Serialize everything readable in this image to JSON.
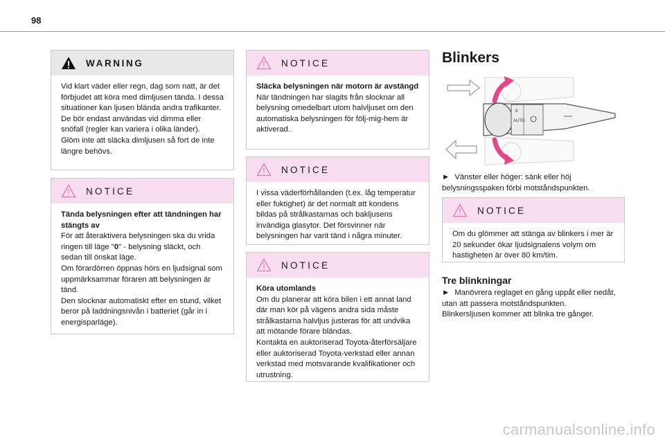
{
  "page": {
    "number": "98"
  },
  "warning_box": {
    "header": "WARNING",
    "paragraphs": [
      "Vid klart väder eller regn, dag som natt, är det förbjudet att köra med dimljusen tända. I dessa situationer kan ljusen blända andra trafikanter. De bör endast användas vid dimma eller snöfall (regler kan variera i olika länder).",
      "Glöm inte att släcka dimljusen så fort de inte längre behövs."
    ]
  },
  "notice_left": {
    "header": "NOTICE",
    "title": "Tända belysningen efter att tändningen har stängts av",
    "text_before_zero": "För att återaktivera belysningen ska du vrida ringen till läge \"",
    "zero": "0",
    "text_after_zero": "\" - belysning släckt, och sedan till önskat läge.",
    "paragraphs": [
      "Om förardörren öppnas hörs en ljudsignal som uppmärksammar föraren att belysningen är tänd.",
      "Den slocknar automatiskt efter en stund, vilket beror på laddningsnivån i batteriet (går in i energisparläge)."
    ]
  },
  "notice_mid_1": {
    "header": "NOTICE",
    "title": "Släcka belysningen när motorn är avstängd",
    "text": "När tändningen har slagits från slocknar all belysning omedelbart utom halvljuset om den automatiska belysningen för följ-mig-hem är aktiverad."
  },
  "notice_mid_2": {
    "header": "NOTICE",
    "text": "I vissa väderförhållanden (t.ex. låg temperatur eller fuktighet) är det normalt att kondens bildas på strålkastarnas och bakljusens invändiga glasytor. Det försvinner när belysningen har varit tänd i några minuter."
  },
  "notice_mid_3": {
    "header": "NOTICE",
    "title": "Köra utomlands",
    "paragraphs": [
      "Om du planerar att köra bilen i ett annat land där man kör på vägens andra sida måste strålkastarna halvljus justeras för att undvika att mötande förare bländas.",
      "Kontakta en auktoriserad Toyota-återförsäljare eller auktoriserad Toyota-verkstad eller annan verkstad med motsvarande kvalifikationer och utrustning."
    ]
  },
  "blinkers": {
    "title": "Blinkers",
    "illustration_labels": {
      "auto": "AUTO",
      "zero": "0"
    },
    "bullet_marker": "►",
    "instruction": "Vänster eller höger: sänk eller höj belysningsspaken förbi motståndspunkten.",
    "notice": {
      "header": "NOTICE",
      "text": "Om du glömmer att stänga av blinkers i mer är 20 sekunder ökar ljudsignalens volym om hastigheten är över 80 km/tim."
    },
    "three_title": "Tre blinkningar",
    "three_instruction": "Manövrera reglaget en gång uppåt eller nedåt, utan att passera motståndspunkten.",
    "three_result": "Blinkersljusen kommer att blinka tre gånger."
  },
  "watermark": "carmanualsonline.info",
  "colors": {
    "notice_header_bg": "#f8dcef",
    "warning_header_bg": "#e8e8e8",
    "notice_triangle": "#e07ab4",
    "arrow_pink": "#e0488a"
  }
}
